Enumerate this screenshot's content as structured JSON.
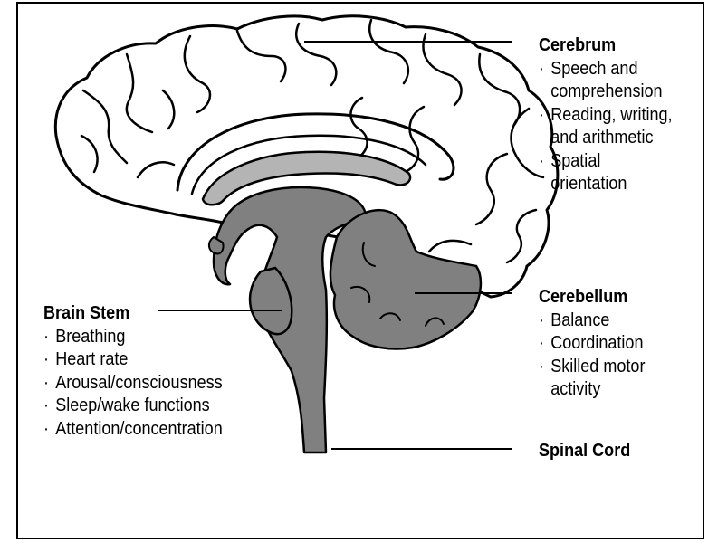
{
  "labels": {
    "cerebrum": {
      "title": "Cerebrum",
      "items": [
        "Speech and\ncomprehension",
        "Reading, writing,\n and arithmetic",
        "Spatial\norientation"
      ]
    },
    "cerebellum": {
      "title": "Cerebellum",
      "items": [
        "Balance",
        "Coordination",
        "Skilled motor\nactivity"
      ]
    },
    "brain_stem": {
      "title": "Brain Stem",
      "items": [
        "Breathing",
        "Heart rate",
        "Arousal/consciousness",
        "Sleep/wake functions",
        "Attention/concentration"
      ]
    },
    "spinal_cord": {
      "title": "Spinal Cord"
    }
  },
  "bullet": "·",
  "colors": {
    "cerebrum_fill": "#ffffff",
    "stem_fill": "#808080",
    "corpus_fill": "#b4b4b4",
    "outline": "#000000"
  }
}
